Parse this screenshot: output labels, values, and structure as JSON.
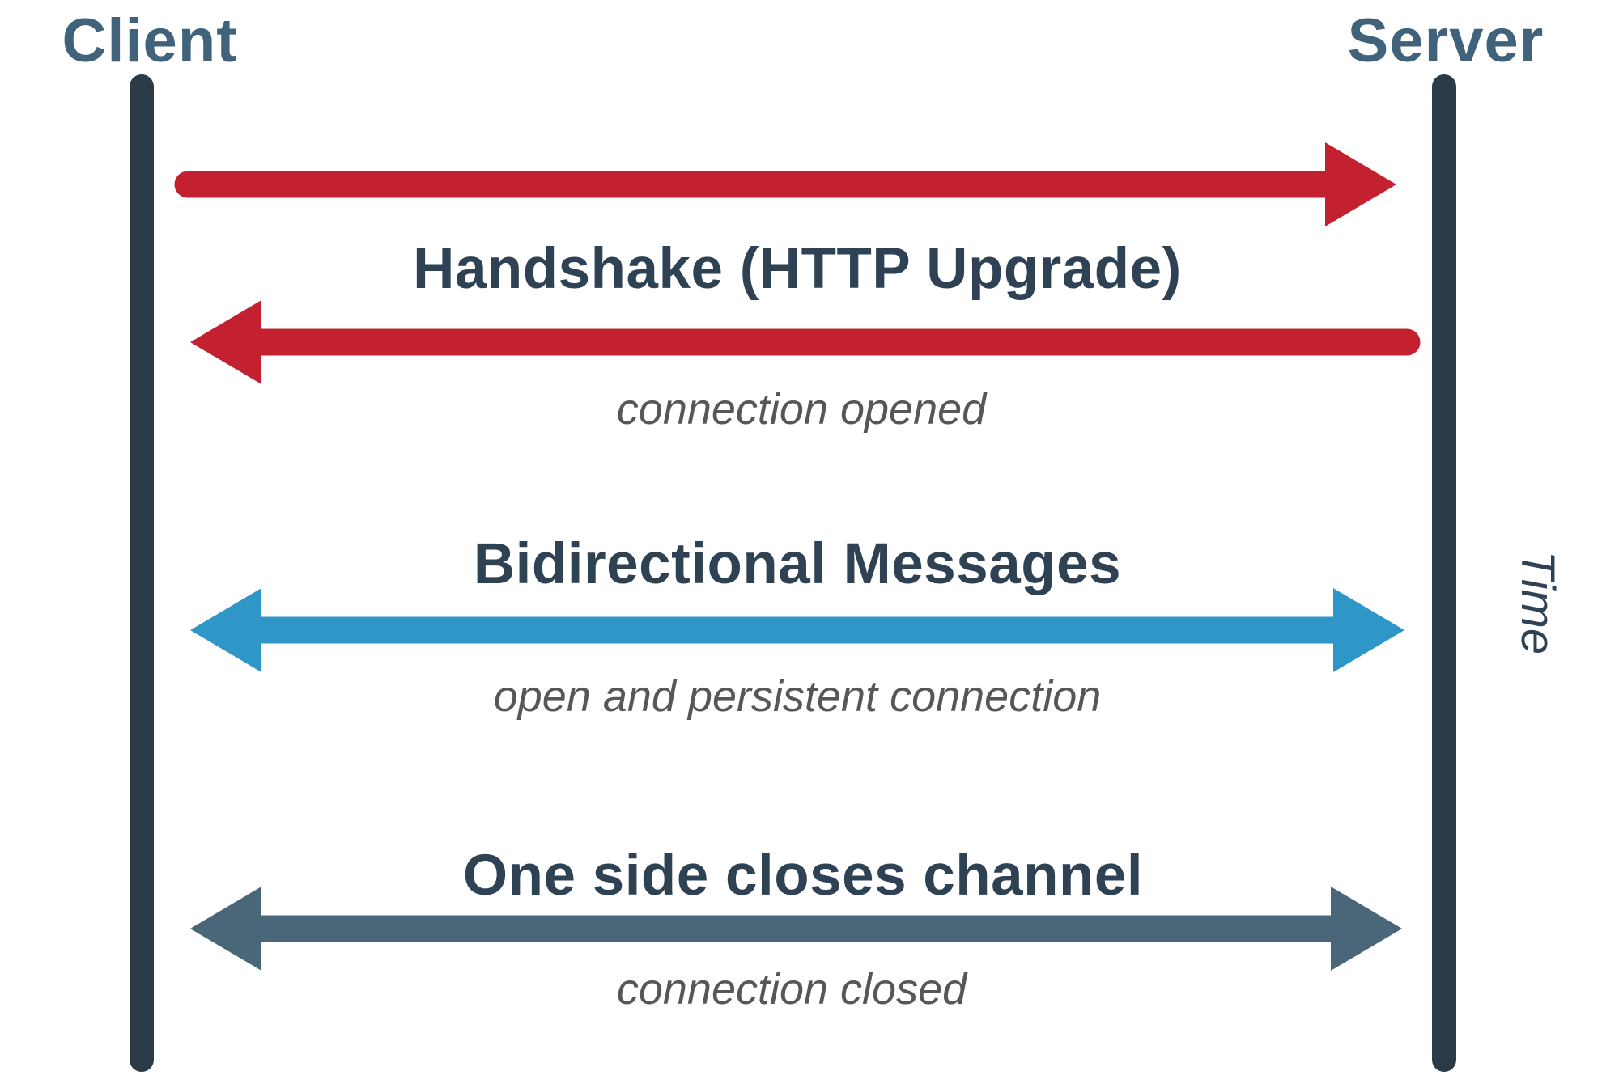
{
  "diagram": {
    "type": "sequence-diagram",
    "subject": "WebSocket connection lifecycle",
    "actors": {
      "client": "Client",
      "server": "Server"
    },
    "time_axis_label": "Time",
    "messages": [
      {
        "label": "Handshake (HTTP Upgrade)",
        "note": "connection opened",
        "direction": "client-to-server-then-server-to-client",
        "color": "#c42130"
      },
      {
        "label": "Bidirectional Messages",
        "note": "open and persistent connection",
        "direction": "bidirectional",
        "color": "#2f96c8"
      },
      {
        "label": "One side closes channel",
        "note": "connection closed",
        "direction": "bidirectional",
        "color": "#4a6779"
      }
    ]
  },
  "colors": {
    "background": "#ffffff",
    "lifeline": "#2b3a47",
    "actor_text": "#40627b",
    "message_text": "#2e4254",
    "note_text": "#575757",
    "time_text": "#2e4254",
    "arrow_red": "#c42130",
    "arrow_blue": "#2f96c8",
    "arrow_slate": "#4a6779"
  }
}
